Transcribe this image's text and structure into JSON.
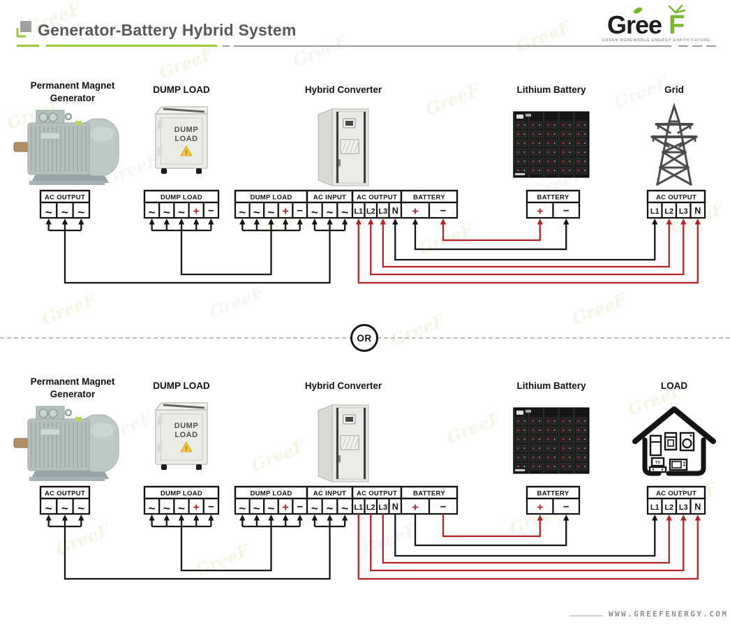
{
  "header": {
    "title": "Generator-Battery Hybrid System"
  },
  "logo": {
    "text": "Gree",
    "accent": "F",
    "tagline": "GREEN RENEWABLE ENERGY EARTH FUTURE"
  },
  "divider": {
    "label": "OR"
  },
  "footer": {
    "url": "WWW.GREEFENERGY.COM"
  },
  "watermark": {
    "text": "GreeF"
  },
  "colors": {
    "accent_green": "#9bc43f",
    "wire_black": "#161616",
    "wire_red": "#b22428",
    "plus_red": "#c11b1e"
  },
  "diagrams": [
    {
      "id": "with-grid",
      "components": [
        {
          "id": "generator",
          "art": "generator",
          "label_lines": [
            "Permanent Magnet",
            "Generator"
          ]
        },
        {
          "id": "dumpload",
          "art": "dumpload",
          "label_lines": [
            "DUMP LOAD"
          ],
          "panel_lines": [
            "DUMP",
            "LOAD"
          ]
        },
        {
          "id": "converter",
          "art": "converter",
          "label_lines": [
            "Hybrid Converter"
          ]
        },
        {
          "id": "battery",
          "art": "battery",
          "label_lines": [
            "Lithium Battery"
          ]
        },
        {
          "id": "right",
          "art": "tower",
          "label_lines": [
            "Grid"
          ]
        }
      ],
      "blocks": [
        {
          "id": "gen_out",
          "title": "AC OUTPUT",
          "cells": [
            "~",
            "~",
            "~"
          ]
        },
        {
          "id": "dump",
          "title": "DUMP LOAD",
          "cells": [
            "~",
            "~",
            "~",
            "+",
            "-"
          ]
        },
        {
          "id": "conv_dump",
          "title": "DUMP LOAD",
          "cells": [
            "~",
            "~",
            "~",
            "+",
            "-"
          ]
        },
        {
          "id": "conv_acin",
          "title": "AC INPUT",
          "cells": [
            "~",
            "~",
            "~"
          ]
        },
        {
          "id": "conv_acout",
          "title": "AC OUTPUT",
          "cells": [
            "L1",
            "L2",
            "L3",
            "N"
          ]
        },
        {
          "id": "conv_batt",
          "title": "BATTERY",
          "cells": [
            "+",
            "-"
          ]
        },
        {
          "id": "batt",
          "title": "BATTERY",
          "cells": [
            "+",
            "-"
          ]
        },
        {
          "id": "right",
          "title": "AC OUTPUT",
          "cells": [
            "L1",
            "L2",
            "L3",
            "N"
          ]
        }
      ],
      "wires": [
        {
          "type": "comb",
          "from": "gen_out",
          "fromStem": 1,
          "to": "conv_acin",
          "toStem": 1,
          "level": 6,
          "color": "black"
        },
        {
          "type": "comb",
          "from": "dump",
          "fromStem": 2,
          "to": "conv_dump",
          "toStem": 2,
          "level": 5,
          "color": "black"
        },
        {
          "type": "link",
          "from": "conv_batt.1",
          "to": "batt.0",
          "color": "red",
          "level": 1,
          "arrow_from": true,
          "arrow_to": true
        },
        {
          "type": "link",
          "from": "conv_batt.0",
          "to": "batt.1",
          "color": "black",
          "level": 2,
          "arrow_from": true,
          "arrow_to": true
        },
        {
          "type": "link",
          "from": "conv_acout.3",
          "to": "right.0",
          "color": "black",
          "level": 3,
          "arrow_from": true,
          "arrow_to": true
        },
        {
          "type": "link",
          "from": "conv_acout.2",
          "to": "right.1",
          "color": "red",
          "level": 4,
          "arrow_from": true,
          "arrow_to": true
        },
        {
          "type": "link",
          "from": "conv_acout.1",
          "to": "right.2",
          "color": "red",
          "level": 5,
          "arrow_from": true,
          "arrow_to": true
        },
        {
          "type": "link",
          "from": "conv_acout.0",
          "to": "right.3",
          "color": "red",
          "level": 6,
          "arrow_from": true,
          "arrow_to": true
        }
      ]
    },
    {
      "id": "with-load",
      "components": [
        {
          "id": "generator",
          "art": "generator",
          "label_lines": [
            "Permanent Magnet",
            "Generator"
          ]
        },
        {
          "id": "dumpload",
          "art": "dumpload",
          "label_lines": [
            "DUMP LOAD"
          ],
          "panel_lines": [
            "DUMP",
            "LOAD"
          ]
        },
        {
          "id": "converter",
          "art": "converter",
          "label_lines": [
            "Hybrid Converter"
          ]
        },
        {
          "id": "battery",
          "art": "battery",
          "label_lines": [
            "Lithium Battery"
          ]
        },
        {
          "id": "right",
          "art": "house",
          "label_lines": [
            "LOAD"
          ]
        }
      ],
      "blocks": [
        {
          "id": "gen_out",
          "title": "AC OUTPUT",
          "cells": [
            "~",
            "~",
            "~"
          ]
        },
        {
          "id": "dump",
          "title": "DUMP LOAD",
          "cells": [
            "~",
            "~",
            "~",
            "+",
            "-"
          ]
        },
        {
          "id": "conv_dump",
          "title": "DUMP LOAD",
          "cells": [
            "~",
            "~",
            "~",
            "+",
            "-"
          ]
        },
        {
          "id": "conv_acin",
          "title": "AC INPUT",
          "cells": [
            "~",
            "~",
            "~"
          ]
        },
        {
          "id": "conv_acout",
          "title": "AC OUTPUT",
          "cells": [
            "L1",
            "L2",
            "L3",
            "N"
          ]
        },
        {
          "id": "conv_batt",
          "title": "BATTERY",
          "cells": [
            "+",
            "-"
          ]
        },
        {
          "id": "batt",
          "title": "BATTERY",
          "cells": [
            "+",
            "-"
          ]
        },
        {
          "id": "right",
          "title": "AC OUTPUT",
          "cells": [
            "L1",
            "L2",
            "L3",
            "N"
          ]
        }
      ],
      "wires": [
        {
          "type": "comb",
          "from": "gen_out",
          "fromStem": 1,
          "to": "conv_acin",
          "toStem": 1,
          "level": 6,
          "color": "black"
        },
        {
          "type": "comb",
          "from": "dump",
          "fromStem": 2,
          "to": "conv_dump",
          "toStem": 2,
          "level": 5,
          "color": "black"
        },
        {
          "type": "link",
          "from": "conv_batt.1",
          "to": "batt.0",
          "color": "red",
          "level": 1,
          "arrow_from": false,
          "arrow_to": true
        },
        {
          "type": "link",
          "from": "conv_batt.0",
          "to": "batt.1",
          "color": "black",
          "level": 2,
          "arrow_from": false,
          "arrow_to": true
        },
        {
          "type": "link",
          "from": "conv_acout.3",
          "to": "right.0",
          "color": "black",
          "level": 3,
          "arrow_from": false,
          "arrow_to": true
        },
        {
          "type": "link",
          "from": "conv_acout.2",
          "to": "right.1",
          "color": "red",
          "level": 4,
          "arrow_from": false,
          "arrow_to": true
        },
        {
          "type": "link",
          "from": "conv_acout.1",
          "to": "right.2",
          "color": "red",
          "level": 5,
          "arrow_from": false,
          "arrow_to": true
        },
        {
          "type": "link",
          "from": "conv_acout.0",
          "to": "right.3",
          "color": "red",
          "level": 6,
          "arrow_from": false,
          "arrow_to": true
        }
      ]
    }
  ]
}
